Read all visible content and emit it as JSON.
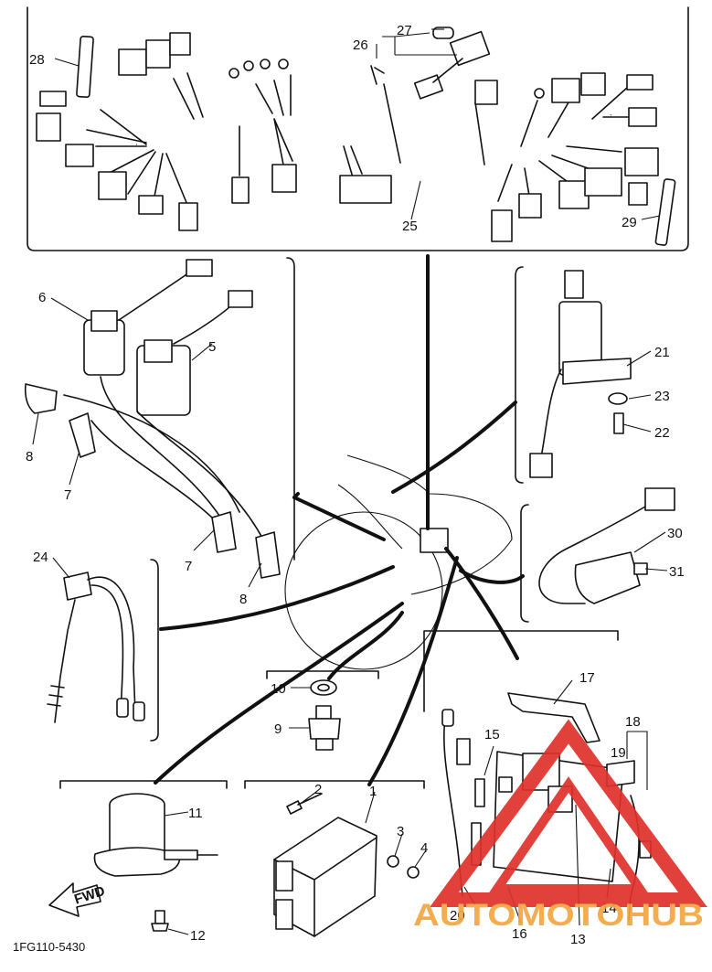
{
  "diagram": {
    "code": "1FG110-5430",
    "callouts": [
      "1",
      "2",
      "3",
      "4",
      "5",
      "6",
      "7",
      "7",
      "8",
      "8",
      "9",
      "10",
      "11",
      "12",
      "13",
      "14",
      "15",
      "16",
      "17",
      "18",
      "19",
      "20",
      "21",
      "22",
      "23",
      "24",
      "25",
      "26",
      "27",
      "28",
      "29",
      "30",
      "31"
    ],
    "fwd_label": "FWD"
  },
  "watermark": {
    "text": "AUTOMOTOHUB",
    "colors": {
      "red": "#e0312b",
      "orange": "#f2a640",
      "grey": "#7a7a7a"
    }
  }
}
